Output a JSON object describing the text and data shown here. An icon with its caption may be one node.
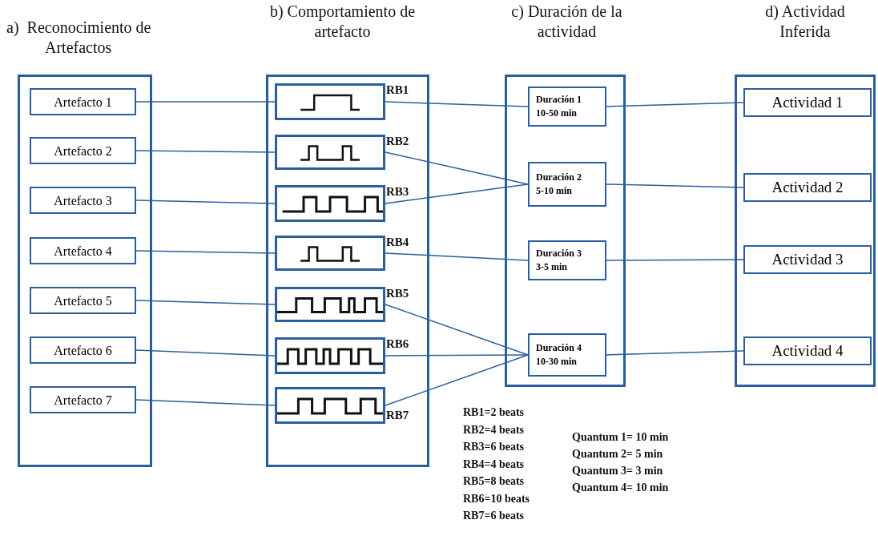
{
  "diagram": {
    "nodes": [
      {
        "text": [
          "a)  Reconocimiento de Artefactos"
        ]
      },
      {
        "text": [
          "Artefacto 1"
        ],
        "in": 0
      },
      {
        "text": [
          "Artefacto 2"
        ],
        "in": 0
      },
      {
        "text": [
          "Artefacto 3"
        ],
        "in": 0
      },
      {
        "text": [
          "Artefacto 4"
        ],
        "in": 0
      },
      {
        "text": [
          "Artefacto 5"
        ],
        "in": 0
      },
      {
        "text": [
          "Artefacto 6"
        ],
        "in": 0
      },
      {
        "text": [
          "Artefacto 7"
        ],
        "in": 0
      },
      {
        "text": [
          "b) Comportamiento de artefacto"
        ]
      },
      {
        "text": [],
        "shape": "box",
        "in": 8,
        "beside": [
          "RB1"
        ]
      },
      {
        "text": [],
        "shape": "box",
        "in": 8,
        "beside": [
          "RB2"
        ]
      },
      {
        "text": [],
        "shape": "box",
        "in": 8,
        "beside": [
          "RB3"
        ]
      },
      {
        "text": [],
        "shape": "box",
        "in": 8,
        "beside": [
          "RB4"
        ]
      },
      {
        "text": [],
        "shape": "box",
        "in": 8,
        "beside": [
          "RB5"
        ]
      },
      {
        "text": [],
        "shape": "box",
        "in": 8,
        "beside": [
          "RB6"
        ]
      },
      {
        "text": [],
        "shape": "box",
        "in": 8,
        "beside": [
          "RB7"
        ]
      },
      {
        "text": [
          "c) Duración de la actividad"
        ]
      },
      {
        "text": [
          "Duración 1",
          "10-50 min"
        ],
        "in": 16
      },
      {
        "text": [
          "Duración 2",
          "5-10 min"
        ],
        "in": 16
      },
      {
        "text": [
          "Duración 3",
          "3-5 min"
        ],
        "in": 16
      },
      {
        "text": [
          "Duración 4",
          "10-30 min"
        ],
        "in": 16
      },
      {
        "text": [
          "d) Actividad Inferida"
        ]
      },
      {
        "text": [
          "Actividad 1"
        ],
        "in": 21
      },
      {
        "text": [
          "Actividad 2"
        ],
        "in": 21
      },
      {
        "text": [
          "Actividad 3"
        ],
        "in": 21
      },
      {
        "text": [
          "Actividad 4"
        ],
        "in": 21
      }
    ],
    "edges": [
      {
        "from": 1,
        "to": 9,
        "arrow": "none"
      },
      {
        "from": 2,
        "to": 10,
        "arrow": "none"
      },
      {
        "from": 3,
        "to": 11,
        "arrow": "none"
      },
      {
        "from": 4,
        "to": 12,
        "arrow": "none"
      },
      {
        "from": 5,
        "to": 13,
        "arrow": "none"
      },
      {
        "from": 6,
        "to": 14,
        "arrow": "none"
      },
      {
        "from": 7,
        "to": 15,
        "arrow": "none"
      },
      {
        "from": 9,
        "to": 17,
        "arrow": "none"
      },
      {
        "from": 10,
        "to": 18,
        "arrow": "none"
      },
      {
        "from": 11,
        "to": 18,
        "arrow": "none"
      },
      {
        "from": 12,
        "to": 19,
        "arrow": "none"
      },
      {
        "from": 13,
        "to": 20,
        "arrow": "none"
      },
      {
        "from": 14,
        "to": 20,
        "arrow": "none"
      },
      {
        "from": 15,
        "to": 20,
        "arrow": "none"
      },
      {
        "from": 17,
        "to": 22,
        "arrow": "none"
      },
      {
        "from": 18,
        "to": 23,
        "arrow": "none"
      },
      {
        "from": 19,
        "to": 24,
        "arrow": "none"
      },
      {
        "from": 20,
        "to": 25,
        "arrow": "none"
      }
    ],
    "labels": [
      "RB1=2 beats",
      "RB2=4 beats",
      "RB3=6 beats",
      "RB4=4 beats",
      "RB5=8 beats",
      "RB6=10 beats",
      "RB7=6 beats",
      "Quantum 1= 10 min",
      "Quantum 2= 5 min",
      "Quantum 3= 3 min",
      "Quantum 4= 10 min"
    ]
  }
}
